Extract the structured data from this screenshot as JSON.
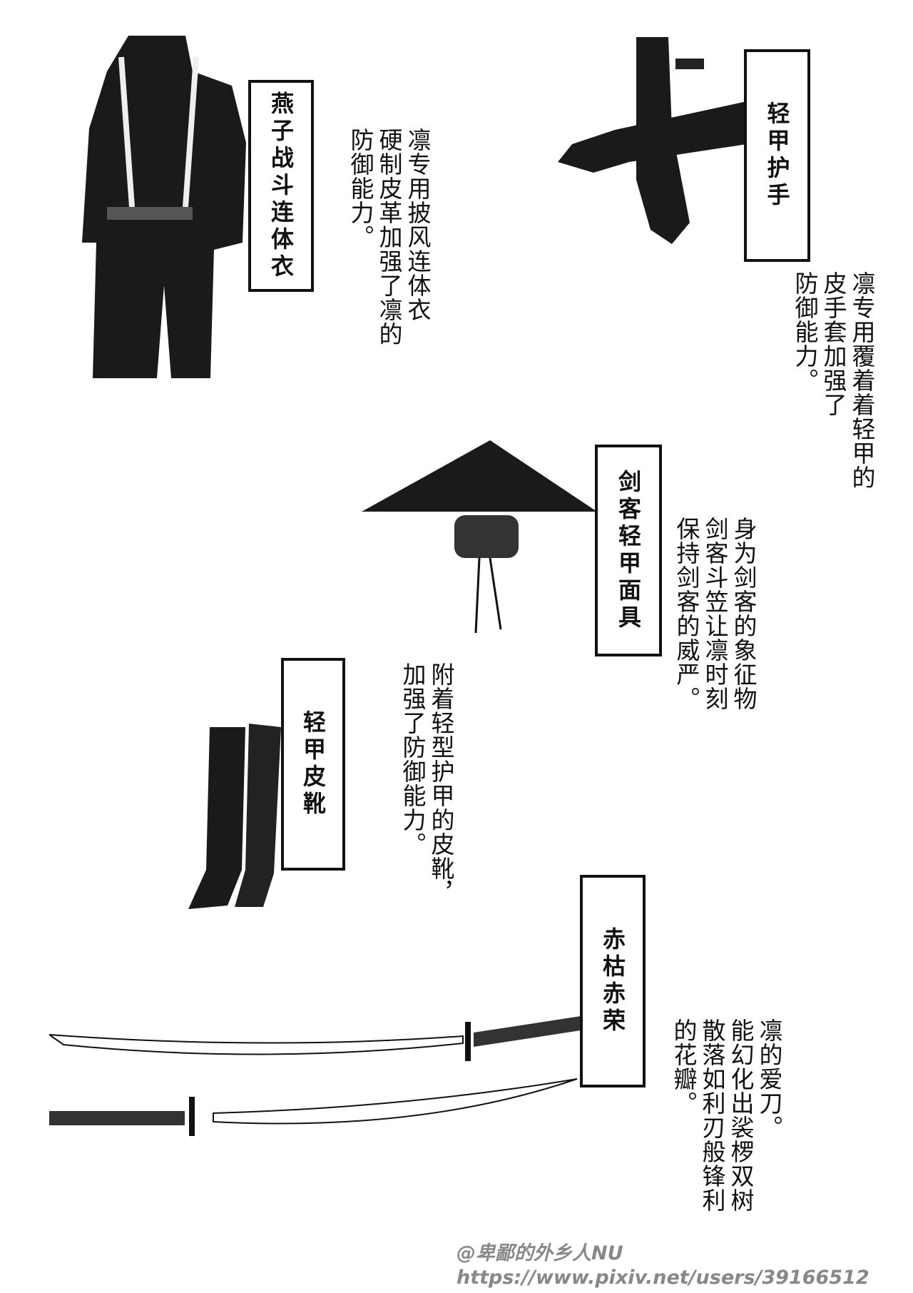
{
  "items": [
    {
      "title": "燕子战斗连体衣",
      "lines": [
        "凛专用披风连体衣",
        "硬制皮革加强了凛的",
        "防御能力。"
      ]
    },
    {
      "title": "轻甲护手",
      "lines": [
        "凛专用覆着着轻甲的",
        "皮手套加强了",
        "防御能力。"
      ]
    },
    {
      "title": "剑客轻甲面具",
      "lines": [
        "身为剑客的象征物",
        "剑客斗笠让凛时刻",
        "保持剑客的威严。"
      ]
    },
    {
      "title": "轻甲皮靴",
      "lines": [
        "附着轻型护甲的皮靴，",
        "加强了防御能力。"
      ]
    },
    {
      "title": "赤枯赤荣",
      "lines": [
        "凛的爱刀。",
        "能幻化出裟椤双树",
        "散落如利刃般锋利",
        "的花瓣。"
      ]
    }
  ],
  "watermark": {
    "name": "@卑鄙的外乡人NU",
    "url": "https://www.pixiv.net/users/39166512"
  }
}
